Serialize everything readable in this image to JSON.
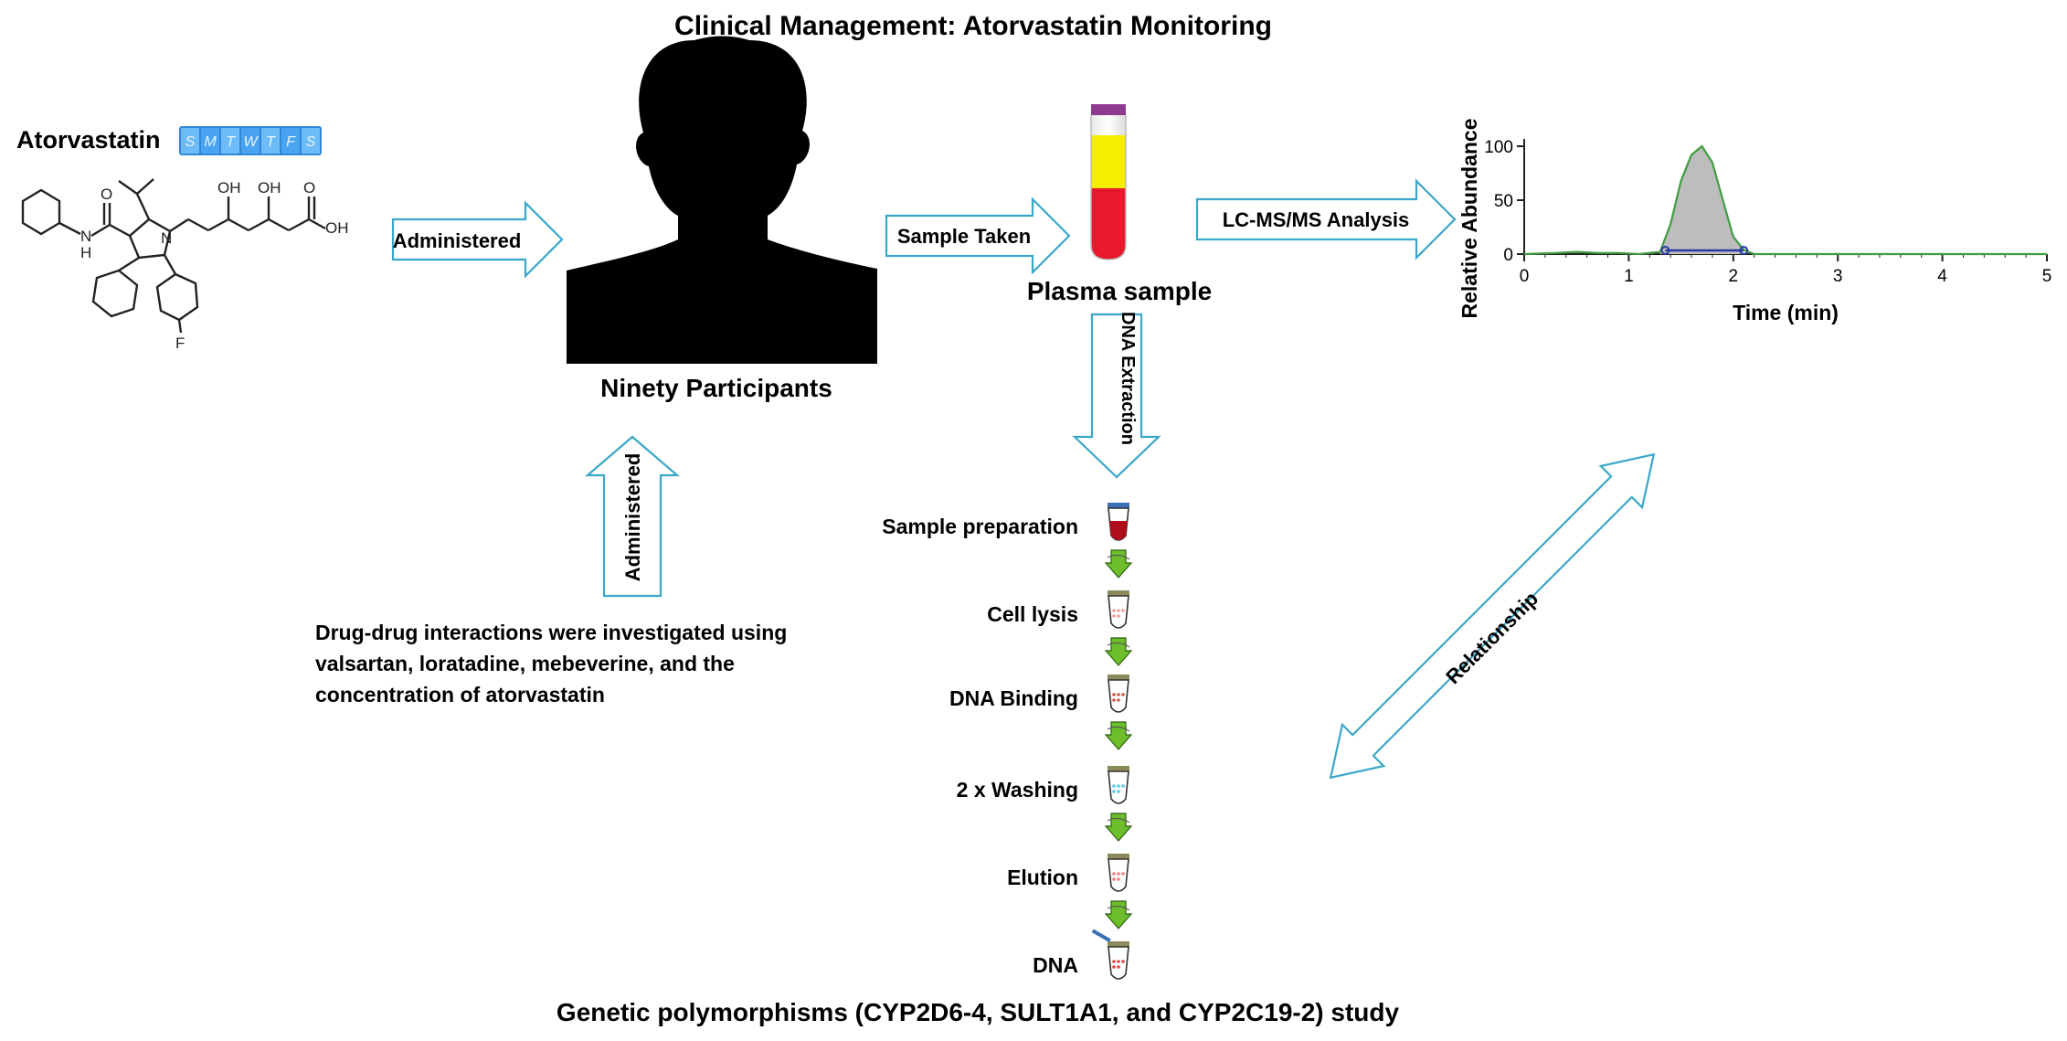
{
  "title": "Clinical Management: Atorvastatin Monitoring",
  "drug": {
    "name": "Atorvastatin",
    "pillbox_days": [
      "S",
      "M",
      "T",
      "W",
      "T",
      "F",
      "S"
    ],
    "structure_labels": {
      "o1": "O",
      "nh": "N",
      "h": "H",
      "n": "N",
      "oh1": "OH",
      "oh2": "OH",
      "o2": "O",
      "oh3": "OH",
      "f": "F"
    }
  },
  "arrows": {
    "administered_top": "Administered",
    "administered_bottom": "Administered",
    "sample_taken": "Sample Taken",
    "lcms": "LC-MS/MS Analysis",
    "dna_extraction": "DNA Extraction",
    "relationship": "Relationship"
  },
  "participants_label": "Ninety Participants",
  "plasma_label": "Plasma sample",
  "ddi_text": [
    "Drug-drug interactions were investigated using",
    "valsartan, loratadine, mebeverine, and the",
    "concentration of atorvastatin"
  ],
  "steps": [
    "Sample preparation",
    "Cell lysis",
    "DNA Binding",
    "2 x Washing",
    "Elution",
    "DNA"
  ],
  "footer": "Genetic polymorphisms (CYP2D6-4, SULT1A1, and CYP2C19-2) study",
  "colors": {
    "arrow_outline": "#3aa7c8",
    "tube_yellow": "#f5ee00",
    "tube_red": "#e8192c",
    "tube_cap": "#8e3b8f",
    "step_arrow": "#6cbf2a",
    "peak_fill": "#bdbdbd",
    "peak_line": "#3f9d3f",
    "baseline": "#2b3aa5"
  },
  "chart_data": {
    "type": "line",
    "xlabel": "Time (min)",
    "ylabel": "Relative Abundance",
    "xlim": [
      0,
      5
    ],
    "ylim": [
      0,
      100
    ],
    "xticks": [
      0,
      1,
      2,
      3,
      4,
      5
    ],
    "yticks": [
      0,
      50,
      100
    ],
    "series": [
      {
        "x": [
          0,
          0.3,
          0.5,
          0.7,
          0.9,
          1.1,
          1.3,
          1.4,
          1.5,
          1.6,
          1.7,
          1.8,
          1.9,
          2.0,
          2.1,
          2.2,
          2.5,
          3.0,
          3.5,
          4.0,
          4.5,
          5.0
        ],
        "y": [
          0,
          1,
          2,
          1,
          1,
          0,
          2,
          28,
          68,
          92,
          100,
          85,
          50,
          16,
          4,
          0,
          0,
          0,
          0,
          0,
          0,
          0
        ]
      }
    ],
    "peak_range": [
      1.35,
      2.1
    ]
  }
}
